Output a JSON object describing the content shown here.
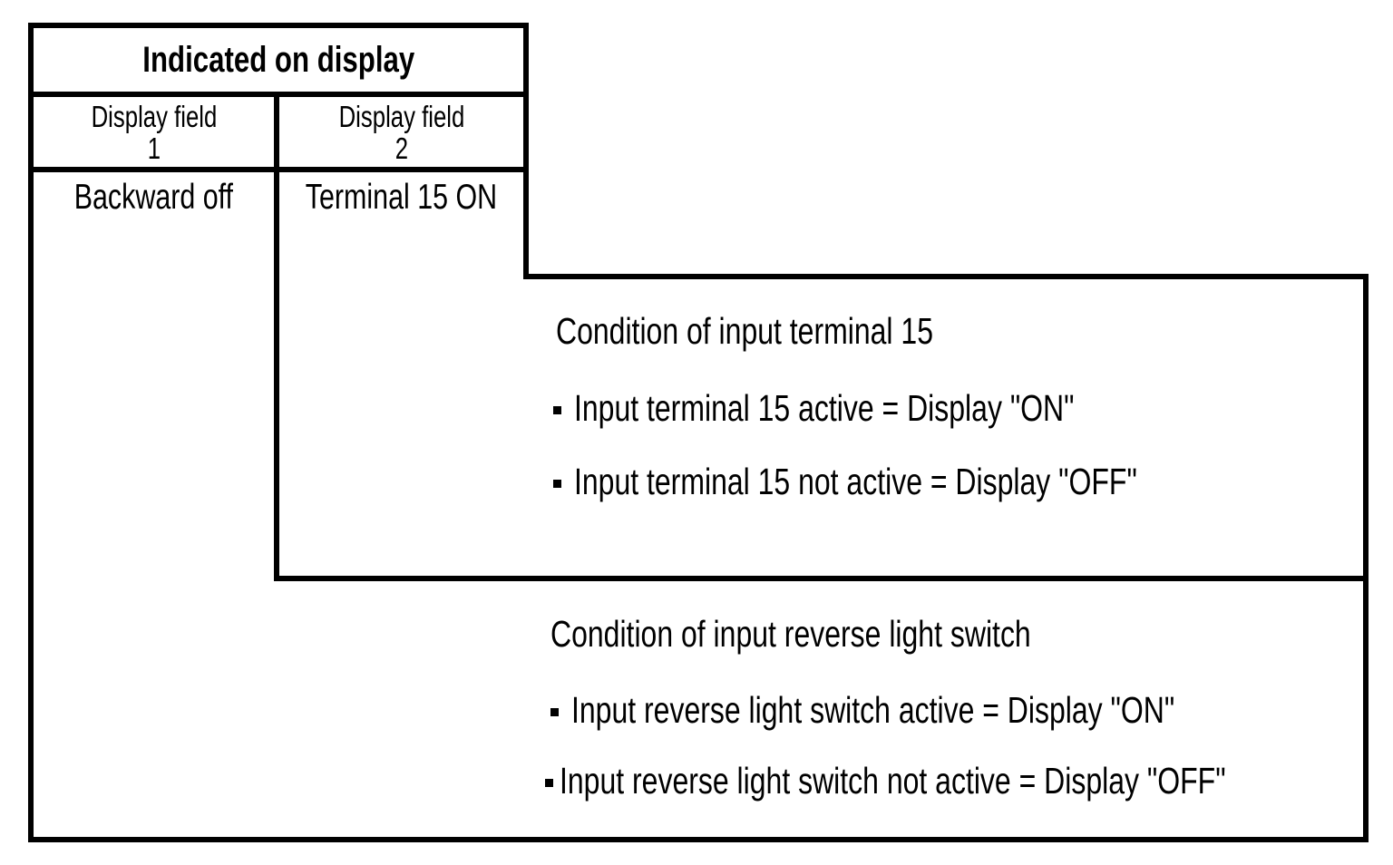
{
  "colors": {
    "ink": "#000000",
    "paper": "#ffffff"
  },
  "table": {
    "header": "Indicated on display",
    "columns": [
      {
        "title": "Display field\n1",
        "value": "Backward off"
      },
      {
        "title": "Display field\n2",
        "value": "Terminal 15 ON"
      }
    ]
  },
  "conditions": [
    {
      "title": "Condition of input terminal 15",
      "bullets": [
        "Input terminal 15 active = Display \"ON\"",
        "Input terminal 15 not active = Display \"OFF\""
      ]
    },
    {
      "title": "Condition of input reverse light switch",
      "bullets": [
        "Input reverse light switch active = Display \"ON\"",
        "Input reverse light switch not active = Display \"OFF\""
      ]
    }
  ]
}
